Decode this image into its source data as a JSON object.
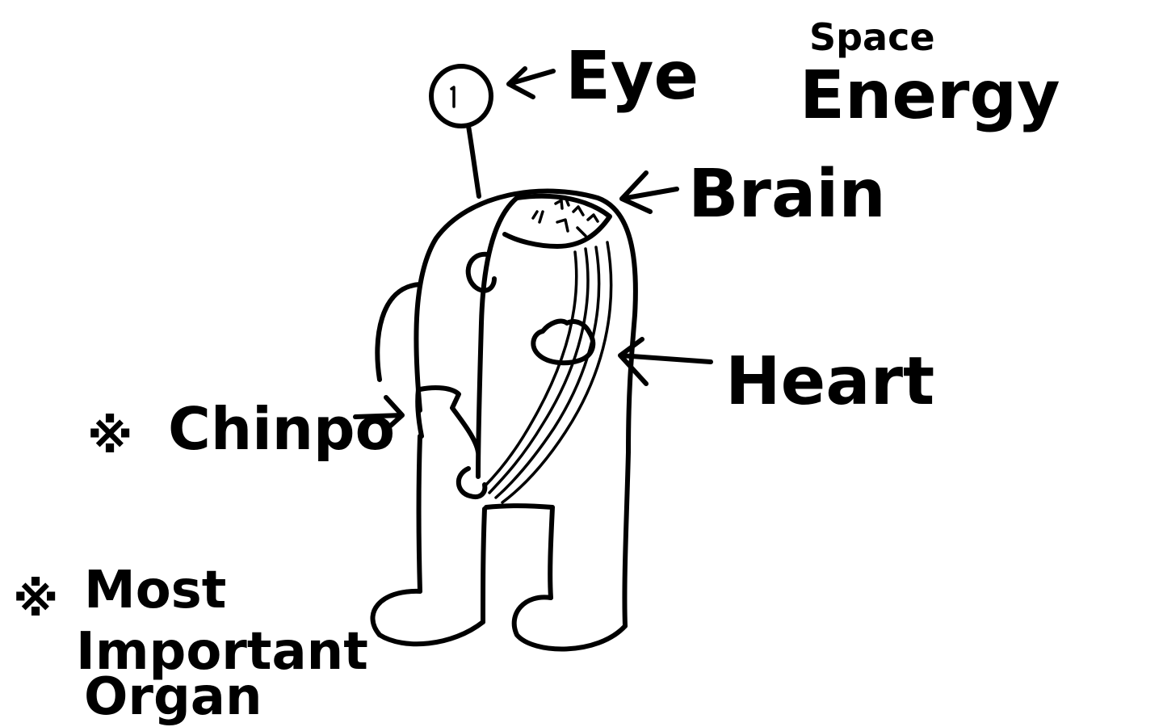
{
  "title": {
    "line1": "Space",
    "line2": "Energy"
  },
  "labels": {
    "eye": "Eye",
    "brain": "Brain",
    "heart": "Heart",
    "chinpo": "Chinpo",
    "most_important_organ": {
      "line1": "Most",
      "line2": "Important",
      "line3": "Organ"
    }
  },
  "marks": {
    "reference_mark": "※"
  },
  "colors": {
    "ink": "#000000",
    "paper": "#ffffff"
  }
}
